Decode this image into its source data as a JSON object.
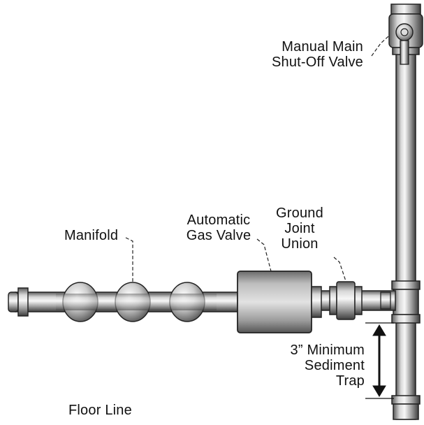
{
  "labels": {
    "manual_valve": {
      "line1": "Manual Main",
      "line2": "Shut-Off Valve"
    },
    "manifold": "Manifold",
    "gas_valve": {
      "line1": "Automatic",
      "line2": "Gas Valve"
    },
    "union": {
      "line1": "Ground",
      "line2": "Joint",
      "line3": "Union"
    },
    "sediment": {
      "line1": "3” Minimum",
      "line2": "Sediment",
      "line3": "Trap"
    },
    "floor": "Floor Line"
  },
  "colors": {
    "pipe_light": "#f2f2f2",
    "pipe_mid": "#b8b8b8",
    "pipe_dark": "#4a4a4a",
    "outline": "#222222",
    "valve_body": "#9a9a9a"
  }
}
